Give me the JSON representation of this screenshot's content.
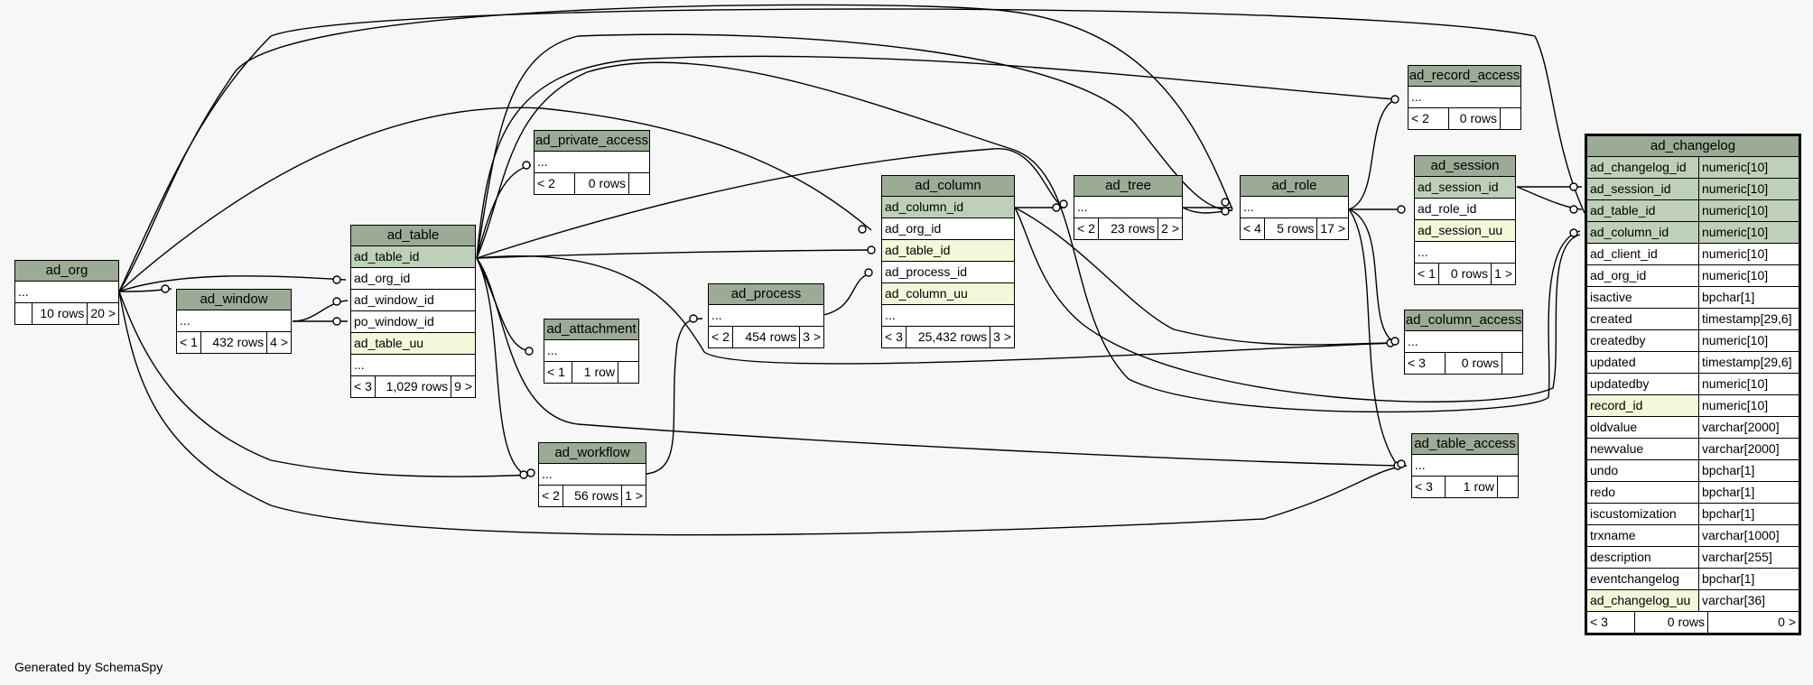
{
  "footer_text": "Generated by SchemaSpy",
  "tables": {
    "ad_org": {
      "name": "ad_org",
      "rows": [
        {
          "label": "...",
          "kind": ""
        }
      ],
      "foot": [
        "",
        "10 rows",
        "20 >"
      ]
    },
    "ad_window": {
      "name": "ad_window",
      "rows": [
        {
          "label": "...",
          "kind": ""
        }
      ],
      "foot": [
        "< 1",
        "432 rows",
        "4 >"
      ]
    },
    "ad_table": {
      "name": "ad_table",
      "rows": [
        {
          "label": "ad_table_id",
          "kind": "pk"
        },
        {
          "label": "ad_org_id",
          "kind": ""
        },
        {
          "label": "ad_window_id",
          "kind": ""
        },
        {
          "label": "po_window_id",
          "kind": ""
        },
        {
          "label": "ad_table_uu",
          "kind": "uk"
        },
        {
          "label": "...",
          "kind": ""
        }
      ],
      "foot": [
        "< 3",
        "1,029 rows",
        "9 >"
      ]
    },
    "ad_private_access": {
      "name": "ad_private_access",
      "rows": [
        {
          "label": "...",
          "kind": ""
        }
      ],
      "foot": [
        "< 2",
        "0 rows",
        ""
      ]
    },
    "ad_attachment": {
      "name": "ad_attachment",
      "rows": [
        {
          "label": "...",
          "kind": ""
        }
      ],
      "foot": [
        "< 1",
        "1 row",
        ""
      ]
    },
    "ad_workflow": {
      "name": "ad_workflow",
      "rows": [
        {
          "label": "...",
          "kind": ""
        }
      ],
      "foot": [
        "< 2",
        "56 rows",
        "1 >"
      ]
    },
    "ad_process": {
      "name": "ad_process",
      "rows": [
        {
          "label": "...",
          "kind": ""
        }
      ],
      "foot": [
        "< 2",
        "454 rows",
        "3 >"
      ]
    },
    "ad_column": {
      "name": "ad_column",
      "rows": [
        {
          "label": "ad_column_id",
          "kind": "pk"
        },
        {
          "label": "ad_org_id",
          "kind": ""
        },
        {
          "label": "ad_table_id",
          "kind": "uk"
        },
        {
          "label": "ad_process_id",
          "kind": ""
        },
        {
          "label": "ad_column_uu",
          "kind": "uk"
        },
        {
          "label": "...",
          "kind": ""
        }
      ],
      "foot": [
        "< 3",
        "25,432 rows",
        "3 >"
      ]
    },
    "ad_tree": {
      "name": "ad_tree",
      "rows": [
        {
          "label": "...",
          "kind": ""
        }
      ],
      "foot": [
        "< 2",
        "23 rows",
        "2 >"
      ]
    },
    "ad_role": {
      "name": "ad_role",
      "rows": [
        {
          "label": "...",
          "kind": ""
        }
      ],
      "foot": [
        "< 4",
        "5 rows",
        "17 >"
      ]
    },
    "ad_record_access": {
      "name": "ad_record_access",
      "rows": [
        {
          "label": "...",
          "kind": ""
        }
      ],
      "foot": [
        "< 2",
        "0 rows",
        ""
      ]
    },
    "ad_session": {
      "name": "ad_session",
      "rows": [
        {
          "label": "ad_session_id",
          "kind": "pk"
        },
        {
          "label": "ad_role_id",
          "kind": ""
        },
        {
          "label": "ad_session_uu",
          "kind": "uk"
        },
        {
          "label": "...",
          "kind": ""
        }
      ],
      "foot": [
        "< 1",
        "0 rows",
        "1 >"
      ]
    },
    "ad_column_access": {
      "name": "ad_column_access",
      "rows": [
        {
          "label": "...",
          "kind": ""
        }
      ],
      "foot": [
        "< 3",
        "0 rows",
        ""
      ]
    },
    "ad_table_access": {
      "name": "ad_table_access",
      "rows": [
        {
          "label": "...",
          "kind": ""
        }
      ],
      "foot": [
        "< 3",
        "1 row",
        ""
      ]
    }
  },
  "changelog": {
    "name": "ad_changelog",
    "columns": [
      {
        "name": "ad_changelog_id",
        "type": "numeric[10]",
        "kind": "pk"
      },
      {
        "name": "ad_session_id",
        "type": "numeric[10]",
        "kind": "pk"
      },
      {
        "name": "ad_table_id",
        "type": "numeric[10]",
        "kind": "pk"
      },
      {
        "name": "ad_column_id",
        "type": "numeric[10]",
        "kind": "pk"
      },
      {
        "name": "ad_client_id",
        "type": "numeric[10]",
        "kind": ""
      },
      {
        "name": "ad_org_id",
        "type": "numeric[10]",
        "kind": ""
      },
      {
        "name": "isactive",
        "type": "bpchar[1]",
        "kind": ""
      },
      {
        "name": "created",
        "type": "timestamp[29,6]",
        "kind": ""
      },
      {
        "name": "createdby",
        "type": "numeric[10]",
        "kind": ""
      },
      {
        "name": "updated",
        "type": "timestamp[29,6]",
        "kind": ""
      },
      {
        "name": "updatedby",
        "type": "numeric[10]",
        "kind": ""
      },
      {
        "name": "record_id",
        "type": "numeric[10]",
        "kind": "uk"
      },
      {
        "name": "oldvalue",
        "type": "varchar[2000]",
        "kind": ""
      },
      {
        "name": "newvalue",
        "type": "varchar[2000]",
        "kind": ""
      },
      {
        "name": "undo",
        "type": "bpchar[1]",
        "kind": ""
      },
      {
        "name": "redo",
        "type": "bpchar[1]",
        "kind": ""
      },
      {
        "name": "iscustomization",
        "type": "bpchar[1]",
        "kind": ""
      },
      {
        "name": "trxname",
        "type": "varchar[1000]",
        "kind": ""
      },
      {
        "name": "description",
        "type": "varchar[255]",
        "kind": ""
      },
      {
        "name": "eventchangelog",
        "type": "bpchar[1]",
        "kind": ""
      },
      {
        "name": "ad_changelog_uu",
        "type": "varchar[36]",
        "kind": "uk"
      }
    ],
    "foot": [
      "< 3",
      "0 rows",
      "0 >"
    ]
  }
}
